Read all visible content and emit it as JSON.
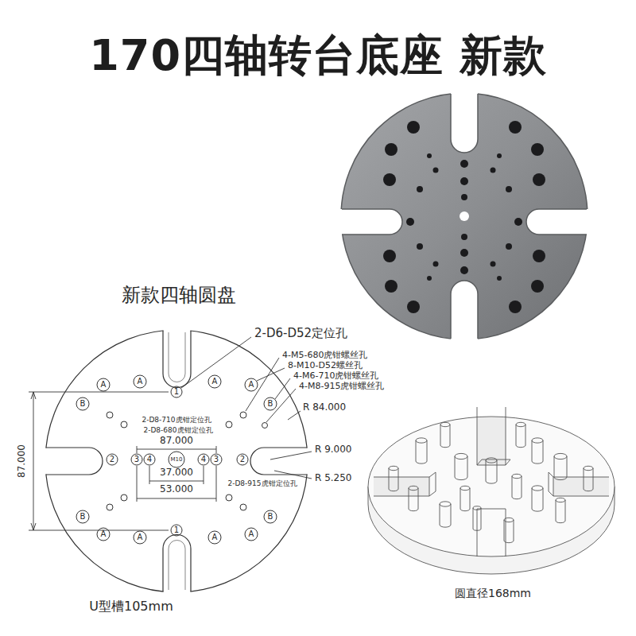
{
  "diagram": {
    "title": "170四轴转台底座 新款",
    "labels": [
      "新款四轴圆盘",
      "2-D6-D52定位孔",
      "4-M5-680虎钳螺丝孔",
      "8-M10-D52螺丝孔",
      "4-M6-710虎钳螺丝孔",
      "4-M8-915虎钳螺丝孔",
      "R 84.000",
      "87.000",
      "2-D8-710虎钳定位孔",
      "2-D8-680虎钳定位孔",
      "87.000",
      "R 9.000",
      "37.000",
      "53.000",
      "R 5.250",
      "2-D8-915虎钳定位孔",
      "U型槽105mm",
      "圆直径168mm",
      "A",
      "A",
      "A",
      "A",
      "A",
      "A",
      "A",
      "A",
      "B",
      "B",
      "B",
      "B",
      "1",
      "1",
      "2",
      "2",
      "3",
      "3",
      "4",
      "4",
      "M10"
    ]
  }
}
